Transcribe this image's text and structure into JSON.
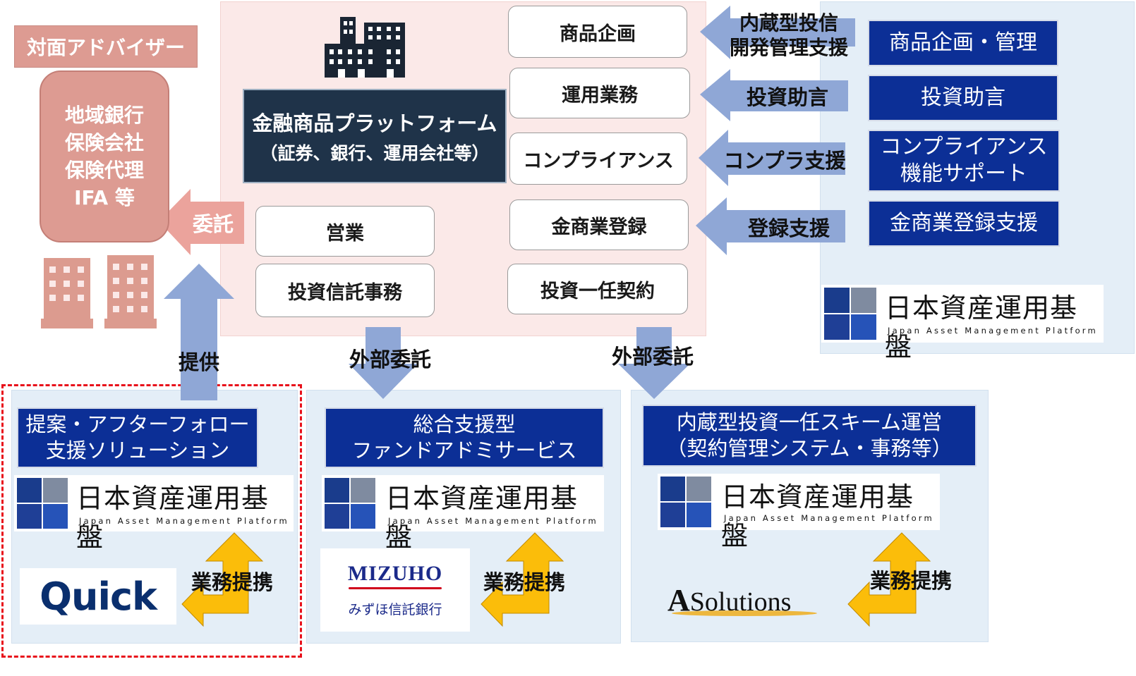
{
  "advisor": {
    "title": "対面アドバイザー",
    "lines": [
      "地域銀行",
      "保険会社",
      "保険代理",
      "IFA 等"
    ],
    "entrust_label": "委託",
    "provide_label": "提供"
  },
  "platform": {
    "title": "金融商品プラットフォーム",
    "subtitle": "（証券、銀行、運用会社等）",
    "functions": [
      "商品企画",
      "運用業務",
      "コンプライアンス",
      "金商業登録",
      "営業",
      "投資信託事務",
      "投資一任契約"
    ]
  },
  "support_arrows": {
    "labels": [
      "内蔵型投信\n開発管理支援",
      "投資助言",
      "コンプラ支援",
      "登録支援"
    ]
  },
  "jamp_services": [
    "商品企画・管理",
    "投資助言",
    "コンプライアンス\n機能サポート",
    "金商業登録支援"
  ],
  "jamp_logo": {
    "name": "日本資産運用基盤",
    "english": "Japan Asset Management Platform"
  },
  "outsource_label": "外部委託",
  "bottom_panels": [
    {
      "service": "提案・アフターフォロー\n支援ソリューション",
      "partner": "Quick"
    },
    {
      "service": "総合支援型\nファンドアドミサービス",
      "partner": "MIZUHO",
      "partner_jp": "みずほ信託銀行"
    },
    {
      "service": "内蔵型投資一任スキーム運営\n（契約管理システム・事務等）",
      "partner": "Solutions",
      "partner_initial": "A"
    }
  ],
  "alliance_label": "業務提携",
  "colors": {
    "navy": "#0c2f96",
    "advisor_pink": "#dd9b92",
    "arrow_blue": "#8fa7d6",
    "alliance_yellow": "#fbbd0a",
    "dash_red": "#e8111b"
  }
}
